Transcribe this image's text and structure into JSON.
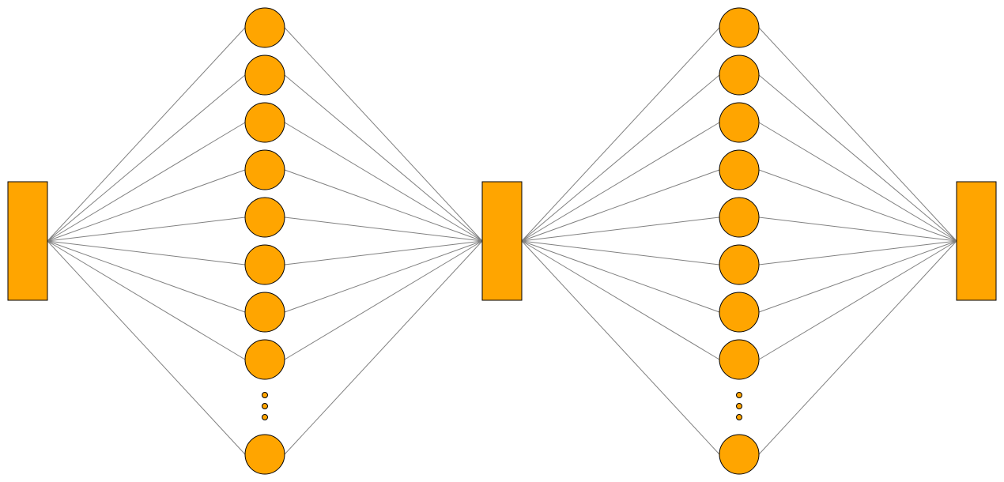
{
  "diagram": {
    "type": "neural-network",
    "layers": [
      {
        "kind": "block",
        "role": "input"
      },
      {
        "kind": "nodes",
        "visible_nodes": 9,
        "has_ellipsis": true
      },
      {
        "kind": "block",
        "role": "intermediate"
      },
      {
        "kind": "nodes",
        "visible_nodes": 9,
        "has_ellipsis": true
      },
      {
        "kind": "block",
        "role": "output"
      }
    ],
    "colors": {
      "fill": "#FFA500",
      "stroke": "#000000",
      "edge": "#808080",
      "background": "#FFFFFF"
    }
  }
}
